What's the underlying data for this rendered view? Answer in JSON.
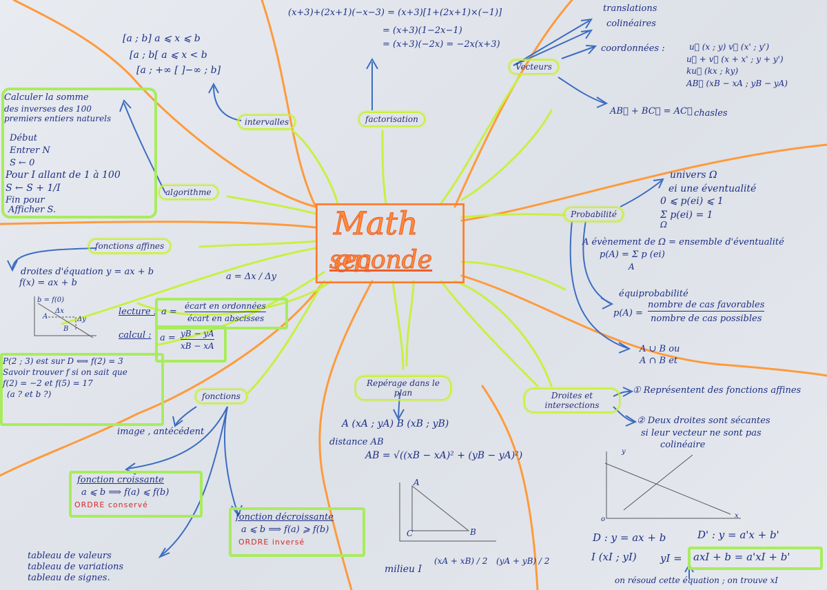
{
  "center": {
    "line1": "Math en",
    "line2": "seconde"
  },
  "nodes": {
    "factorisation": "factorisation",
    "intervalles": "intervalles",
    "vecteurs": "Vecteurs",
    "probabilite": "Probabilité",
    "algorithme": "algorithme",
    "fonctions_affines": "fonctions affines",
    "fonctions": "fonctions",
    "reperage": "Repérage dans le plan",
    "droites": "Droites et intersections"
  },
  "factorisation": {
    "l1": "(x+3)+(2x+1)(−x−3) = (x+3)[1+(2x+1)×(−1)]",
    "l2": "= (x+3)(1−2x−1)",
    "l3": "= (x+3)(−2x) = −2x(x+3)"
  },
  "intervalles": {
    "l1": "[a ; b]   a ⩽ x ⩽ b",
    "l2": "[a ; b[   a ⩽ x < b",
    "l3": "[a ; +∞ [   ]−∞ ; b]"
  },
  "vecteurs": {
    "translations": "translations",
    "colineaires": "colinéaires",
    "coord_label": "coordonnées :",
    "coord_l1": "u⃗ (x ; y)   v⃗ (x' ; y')",
    "coord_l2": "u⃗ + v⃗ (x + x' ; y + y')",
    "coord_l3": "ku⃗ (kx ; ky)",
    "coord_l4": "AB⃗ (xB − xA ; yB − yA)",
    "chasles_eq": "AB⃗ + BC⃗ = AC⃗",
    "chasles": "chasles"
  },
  "probabilite": {
    "univers": "univers Ω",
    "ei": "ei  une éventualité",
    "borne": "0 ⩽ p(ei) ⩽ 1",
    "somme": "Σ  p(ei) = 1",
    "omega": "Ω",
    "evenement": "A évènement de Ω = ensemble d'éventualité",
    "pa": "p(A) = Σ p (ei)",
    "pa_sub": "A",
    "equiprob": "équiprobabilité",
    "pa2": "p(A) =",
    "num": "nombre de cas favorables",
    "den": "nombre de cas possibles",
    "union": "A ∪ B     ou",
    "inter": "A ∩ B     et"
  },
  "algorithme": {
    "l1": "Calculer la somme",
    "l2": "des inverses des 100",
    "l3": "premiers entiers naturels",
    "debut": "Début",
    "entrer": "Entrer N",
    "s0": "S ← 0",
    "pour": "Pour I allant de 1 à 100",
    "sinc": "S ← S + 1/I",
    "fin": "Fin pour",
    "aff": "Afficher S."
  },
  "affines": {
    "droites": "droites d'équation   y = ax + b",
    "fx": "f(x) = ax + b",
    "a_delta": "a = Δx / Δy",
    "lecture": "lecture :",
    "lecture_a": "a =",
    "lecture_num": "écart en ordonnées",
    "lecture_den": "écart en abscisses",
    "calcul": "calcul :",
    "calcul_a": "a =",
    "calcul_num": "yB − yA",
    "calcul_den": "xB − xA",
    "graph_b": "b = f(0)",
    "graph_dx": "Δx",
    "graph_dy": "Δy",
    "graph_A": "A",
    "graph_B": "B",
    "p_l1": "P(2 ; 3) est sur D ⟺ f(2) = 3",
    "p_l2": "Savoir trouver f si on sait que",
    "p_l3": "f(2) = −2  et  f(5) = 17",
    "p_l4": "(a ? et b ?)"
  },
  "fonctions": {
    "image": "image , antécédent",
    "croiss": "fonction croissante",
    "croiss_eq": "a ⩽ b  ⟹  f(a) ⩽ f(b)",
    "croiss_ordre": "ORDRE conservé",
    "decroiss": "fonction décroissante",
    "decroiss_eq": "a ⩽ b  ⟹  f(a) ⩾ f(b)",
    "decroiss_ordre": "ORDRE inversé",
    "tab1": "tableau de valeurs",
    "tab2": "tableau de variations",
    "tab3": "tableau de signes."
  },
  "reperage": {
    "points": "A (xA ; yA)  B (xB ; yB)",
    "distance": "distance AB",
    "ab": "AB = √((xB − xA)² + (yB − yA)²)",
    "tri_A": "A",
    "tri_B": "B",
    "tri_C": "C",
    "milieu": "milieu I",
    "milieu_x": "(xA + xB) / 2",
    "milieu_y": "(yA + yB) / 2"
  },
  "droites": {
    "r1": "① Représentent des fonctions affines",
    "r2_l1": "② Deux droites sont sécantes",
    "r2_l2": "si leur vecteur ne sont pas",
    "r2_l3": "colinéaire",
    "axis_y": "y",
    "axis_x": "x",
    "axis_o": "o",
    "eqD": "D : y = ax + b",
    "eqD2": "D' : y = a'x + b'",
    "I": "I (xI ; yI)",
    "yI": "yI =",
    "yI_eq": "axI + b = a'xI + b'",
    "resolve": "on résoud cette équation ; on trouve xI"
  }
}
